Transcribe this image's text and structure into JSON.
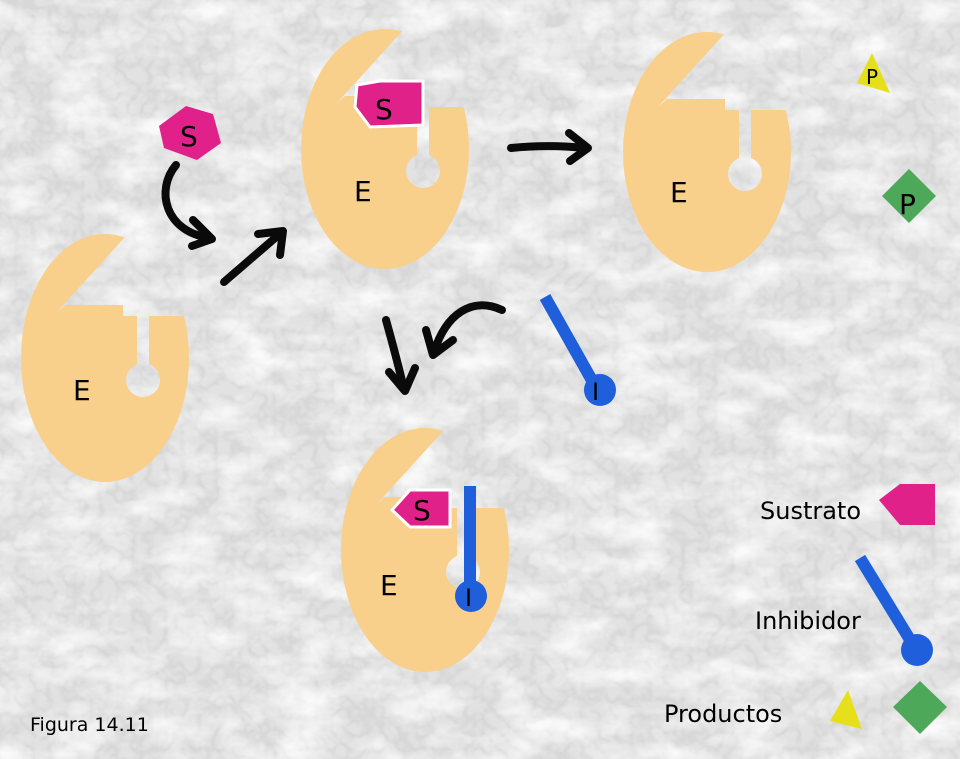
{
  "figure_label": "Figura 14.11",
  "enzyme_label": "E",
  "substrate_label": "S",
  "product_label": "P",
  "inhibitor_label": "I",
  "legend": {
    "substrate": "Sustrato",
    "inhibitor": "Inhibidor",
    "products": "Productos"
  },
  "colors": {
    "enzyme": "#f8d08c",
    "substrate": "#e0218a",
    "inhibitor": "#1f5fdc",
    "product_triangle": "#e6e01c",
    "product_diamond": "#4ea85a",
    "arrow": "#0a0a0a",
    "background": "#e4e4e4"
  }
}
